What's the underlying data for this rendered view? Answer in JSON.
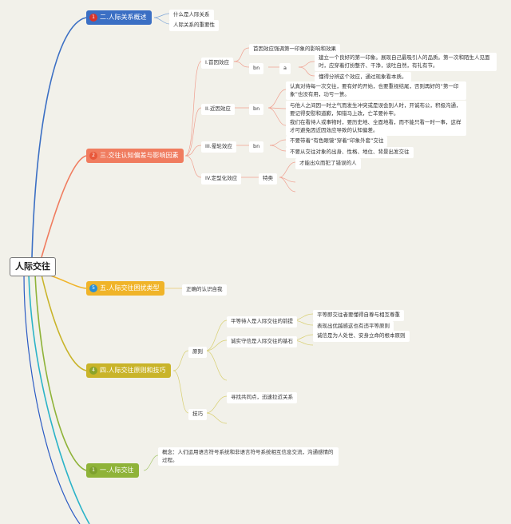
{
  "root": "人际交往",
  "branches": [
    {
      "num": "1",
      "label": "二.人际关系概述",
      "color": "#3b6fc4",
      "badge": "#d9342b",
      "children": [
        "什么是人际关系",
        "人际关系的重要性"
      ]
    },
    {
      "num": "2",
      "label": "三.交往认知偏差与影响因素",
      "color": "#f07c5f",
      "badge": "#e8573a",
      "primacy": {
        "label": "I.首因效应",
        "text1": "首因效应强调第一印象的影响和效果",
        "bn": "bn",
        "a": "a",
        "detail1": "建立一个良好的第一印象。展现自己最吸引人的品质。第一次和陌生人见面时，应穿着打扮整齐、干净，谈吐自然，有礼有节。",
        "detail2": "懂得分辨这个效应，通过现象看本质。"
      },
      "recency": {
        "label": "II.近因效应",
        "bn": "bn",
        "details": [
          "认真对待每一次交往，要有好的开始，也要重视结尾，否则再好的“第一印象”也没有用，功亏一篑。",
          "与他人之间因一时之气而发生冲突或是误会别人时，开诚布公，积极沟通，要记得安慰和道歉，知错马上改，亡羊要补牢。",
          "我们在看待人或事物时，要历史地、全面地看，而不能只看一时一事，这样才可避免因近因效应导致的认知偏差。"
        ]
      },
      "halo": {
        "label": "III.晕轮效应",
        "bn": "bn",
        "details": [
          "不要带着“有色眼镜”穿着“印象外套”交往",
          "不要从交往对象的出身、性格、地位、背景出发交往"
        ]
      },
      "stereo": {
        "label": "IV.定型化效应",
        "sub": "特类",
        "detail": "才能出众而犯了错误的人"
      }
    },
    {
      "num": "5",
      "label": "五.人际交往困扰类型",
      "color": "#f0b429",
      "badge": "#2b8fd4",
      "children": [
        "正确的认识自我"
      ]
    },
    {
      "num": "4",
      "label": "四.人际交往原则和技巧",
      "color": "#c9b42a",
      "badge": "#8aa32a",
      "principle": {
        "label": "原则",
        "items": [
          {
            "label": "平等待人是人际交往的前提",
            "details": [
              "平等即交往者要懂得自尊与相互尊重",
              "表现出优越感这也有违平等原则"
            ]
          },
          {
            "label": "诚实守信是人际交往的基石",
            "details": [
              "诚信是为人处世、安身立命的根本原则"
            ]
          }
        ]
      },
      "skill": {
        "label": "技巧",
        "items": [
          "寻找共同点，迅速拉近关系"
        ]
      }
    },
    {
      "num": "1",
      "label": "一.人际交往",
      "color": "#8fb339",
      "badge": "#7da02e",
      "children": [
        "概念：人们运用语言符号系统和非语言符号系统相互信息交流，沟通感情的过程。"
      ]
    }
  ]
}
